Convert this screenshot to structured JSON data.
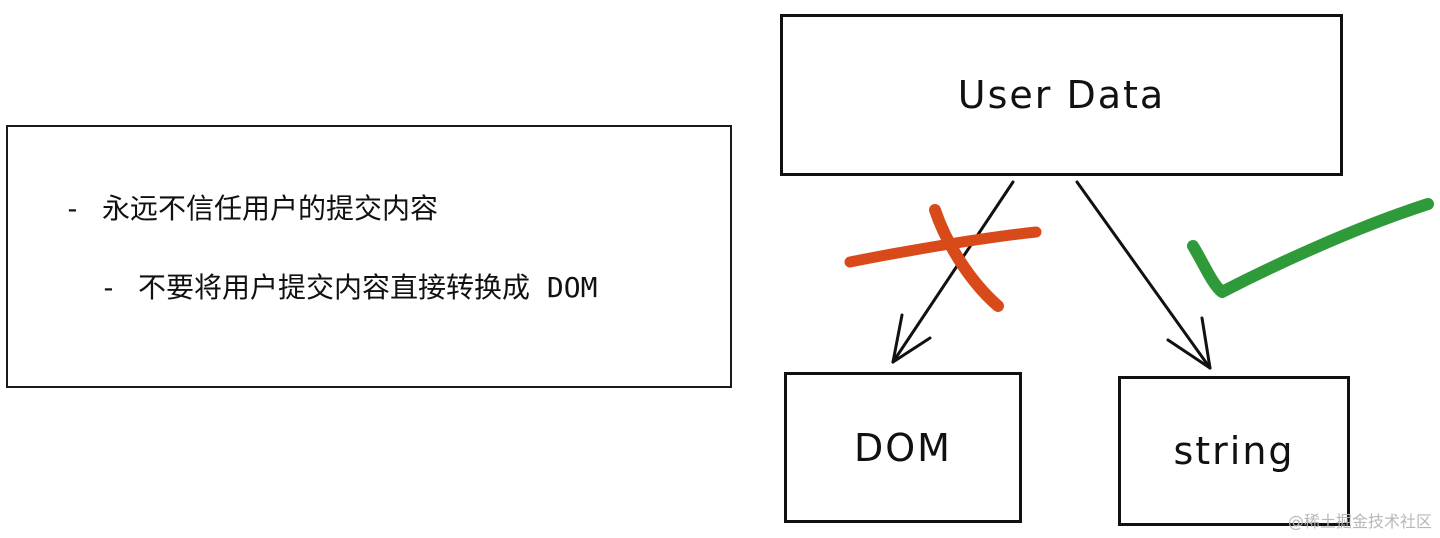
{
  "note": {
    "bullet_dash": "-",
    "item1": "永远不信任用户的提交内容",
    "item2": "不要将用户提交内容直接转换成 DOM"
  },
  "diagram": {
    "user_data": "User Data",
    "dom": "DOM",
    "string": "string",
    "wrong_mark_color": "#d94a1a",
    "right_mark_color": "#2e9a3a"
  },
  "watermark": "@稀土掘金技术社区"
}
